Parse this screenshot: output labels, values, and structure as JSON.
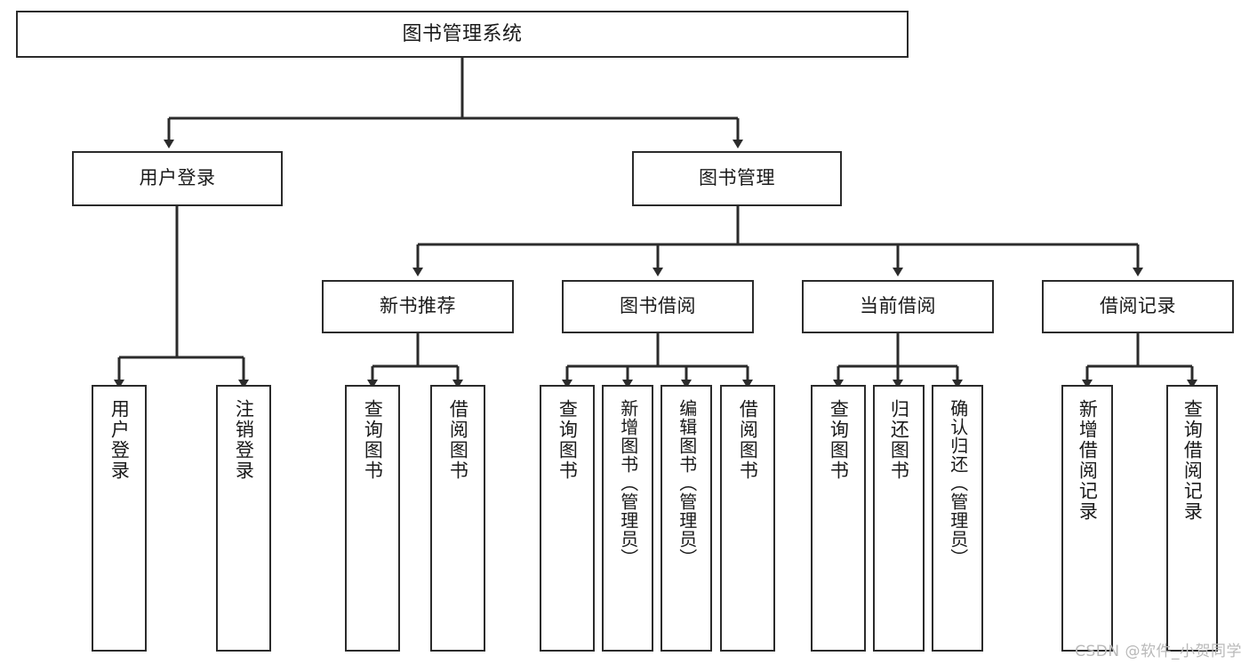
{
  "diagram": {
    "title": "图书管理系统",
    "watermark": "CSDN @软件_小贺同学",
    "stroke_color": "#2b2b2b",
    "background_color": "#ffffff",
    "levels": {
      "root": {
        "label": "图书管理系统"
      },
      "level2": [
        {
          "label": "用户登录"
        },
        {
          "label": "图书管理"
        }
      ],
      "level3": [
        {
          "label": "新书推荐"
        },
        {
          "label": "图书借阅"
        },
        {
          "label": "当前借阅"
        },
        {
          "label": "借阅记录"
        }
      ],
      "leaves": [
        {
          "label": "用户登录"
        },
        {
          "label": "注销登录"
        },
        {
          "label": "查询图书"
        },
        {
          "label": "借阅图书"
        },
        {
          "label": "查询图书"
        },
        {
          "label": "新增图书（管理员）"
        },
        {
          "label": "编辑图书（管理员）"
        },
        {
          "label": "借阅图书"
        },
        {
          "label": "查询图书"
        },
        {
          "label": "归还图书"
        },
        {
          "label": "确认归还（管理员）"
        },
        {
          "label": "新增借阅记录"
        },
        {
          "label": "查询借阅记录"
        }
      ]
    }
  }
}
